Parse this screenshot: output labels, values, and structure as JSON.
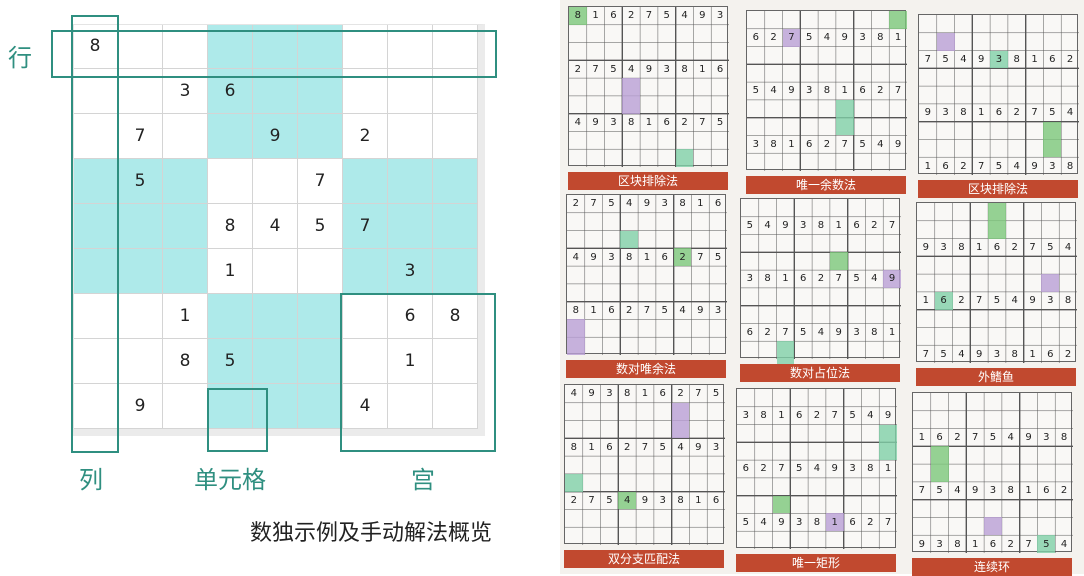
{
  "labels": {
    "row": "行",
    "column": "列",
    "cell": "单元格",
    "box": "宫"
  },
  "caption": "数独示例及手动解法概览",
  "grid": [
    [
      "8",
      "",
      "",
      "",
      "",
      "",
      "",
      "",
      ""
    ],
    [
      "",
      "",
      "3",
      "6",
      "",
      "",
      "",
      "",
      ""
    ],
    [
      "",
      "7",
      "",
      "",
      "9",
      "",
      "2",
      "",
      ""
    ],
    [
      "",
      "5",
      "",
      "",
      "",
      "7",
      "",
      "",
      ""
    ],
    [
      "",
      "",
      "",
      "8",
      "4",
      "5",
      "7",
      "",
      ""
    ],
    [
      "",
      "",
      "",
      "1",
      "",
      "",
      "",
      "3",
      ""
    ],
    [
      "",
      "",
      "1",
      "",
      "",
      "",
      "",
      "6",
      "8"
    ],
    [
      "",
      "",
      "8",
      "5",
      "",
      "",
      "",
      "1",
      ""
    ],
    [
      "",
      "9",
      "",
      "",
      "",
      "",
      "4",
      "",
      ""
    ]
  ],
  "colors": {
    "accent": "#2f8f80",
    "highlight": "#aeeaea",
    "banner": "#c1492f"
  },
  "photo_panels": [
    {
      "title": "区块排除法"
    },
    {
      "title": "唯一余数法"
    },
    {
      "title": "区块排除法"
    },
    {
      "title": "数对唯余法"
    },
    {
      "title": "数对占位法"
    },
    {
      "title": "外鳍鱼"
    },
    {
      "title": "双分支匹配法"
    },
    {
      "title": "唯一矩形"
    },
    {
      "title": "连续环"
    }
  ]
}
